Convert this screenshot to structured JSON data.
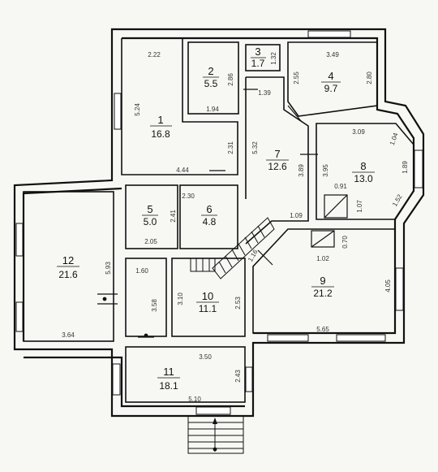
{
  "rooms": [
    {
      "number": "1",
      "area": "16.8"
    },
    {
      "number": "2",
      "area": "5.5"
    },
    {
      "number": "3",
      "area": "1.7"
    },
    {
      "number": "4",
      "area": "9.7"
    },
    {
      "number": "5",
      "area": "5.0"
    },
    {
      "number": "6",
      "area": "4.8"
    },
    {
      "number": "7",
      "area": "12.6"
    },
    {
      "number": "8",
      "area": "13.0"
    },
    {
      "number": "9",
      "area": "21.2"
    },
    {
      "number": "10",
      "area": "11.1"
    },
    {
      "number": "11",
      "area": "18.1"
    },
    {
      "number": "12",
      "area": "21.6"
    }
  ],
  "dimensions": [
    "2.22",
    "5.24",
    "4.44",
    "2.31",
    "2.86",
    "1.94",
    "1.32",
    "1.39",
    "3.49",
    "2.55",
    "2.80",
    "5.32",
    "3.89",
    "3.95",
    "1.09",
    "3.09",
    "1.04",
    "1.89",
    "1.52",
    "1.07",
    "0.91",
    "2.30",
    "2.41",
    "2.05",
    "1.02",
    "0.70",
    "4.05",
    "5.65",
    "5.93",
    "3.64",
    "1.60",
    "3.58",
    "3.10",
    "2.53",
    "3.50",
    "2.43",
    "5.10",
    "1.16"
  ]
}
